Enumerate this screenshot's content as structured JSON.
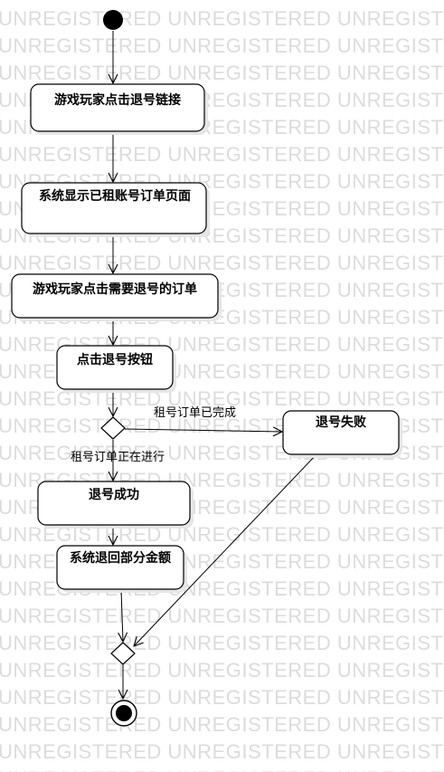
{
  "watermark": {
    "text": "UNREGISTERED UNREGISTERED UNREGISTERED"
  },
  "nodes": {
    "start": "",
    "click_link": "游戏玩家点击退号链接",
    "show_orders": "系统显示已租账号订单页面",
    "select_order": "游戏玩家点击需要退号的订单",
    "click_button": "点击退号按钮",
    "fail": "退号失败",
    "success": "退号成功",
    "refund": "系统退回部分金额",
    "end": ""
  },
  "guards": {
    "completed": "租号订单已完成",
    "in_progress": "租号订单正在进行"
  }
}
